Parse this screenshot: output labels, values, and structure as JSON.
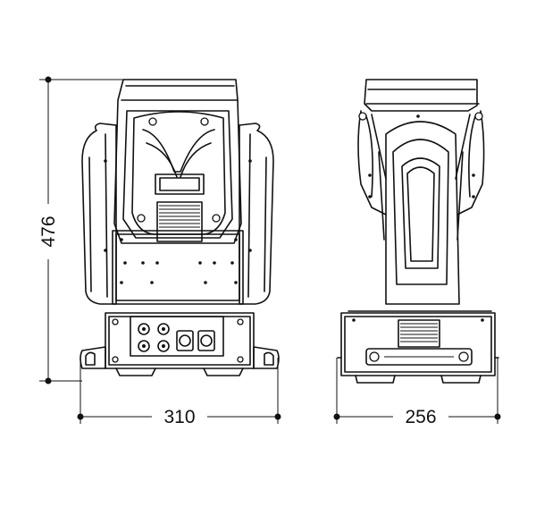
{
  "dimensions": {
    "height": "476",
    "front_width": "310",
    "side_width": "256"
  }
}
